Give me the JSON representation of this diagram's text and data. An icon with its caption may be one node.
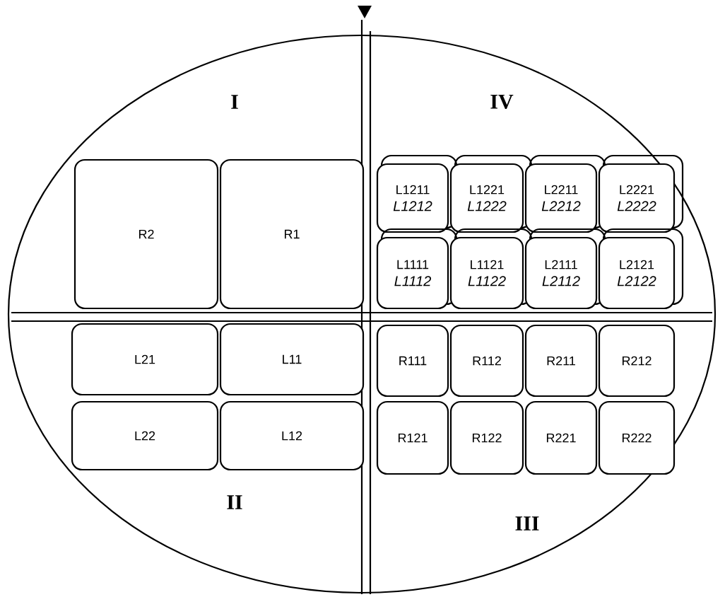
{
  "diagram": {
    "nodes": [
      {
        "text": [
          "R2"
        ]
      },
      {
        "text": [
          "R1"
        ]
      },
      {
        "text": [
          "L1211",
          "L1212"
        ]
      },
      {
        "text": [
          "L1221",
          "L1222"
        ]
      },
      {
        "text": [
          "L2211",
          "L2212"
        ]
      },
      {
        "text": [
          "L2221",
          "L2222"
        ]
      },
      {
        "text": [
          "L1111",
          "L1112"
        ]
      },
      {
        "text": [
          "L1121",
          "L1122"
        ]
      },
      {
        "text": [
          "L2111",
          "L2112"
        ]
      },
      {
        "text": [
          "L2121",
          "L2122"
        ]
      },
      {
        "text": [
          "L21"
        ]
      },
      {
        "text": [
          "L11"
        ]
      },
      {
        "text": [
          "R111"
        ]
      },
      {
        "text": [
          "R112"
        ]
      },
      {
        "text": [
          "R211"
        ]
      },
      {
        "text": [
          "R212"
        ]
      },
      {
        "text": [
          "L22"
        ]
      },
      {
        "text": [
          "L12"
        ]
      },
      {
        "text": [
          "R121"
        ]
      },
      {
        "text": [
          "R122"
        ]
      },
      {
        "text": [
          "R221"
        ]
      },
      {
        "text": [
          "R222"
        ]
      }
    ],
    "labels": [
      "I",
      "IV",
      "II",
      "III"
    ]
  }
}
